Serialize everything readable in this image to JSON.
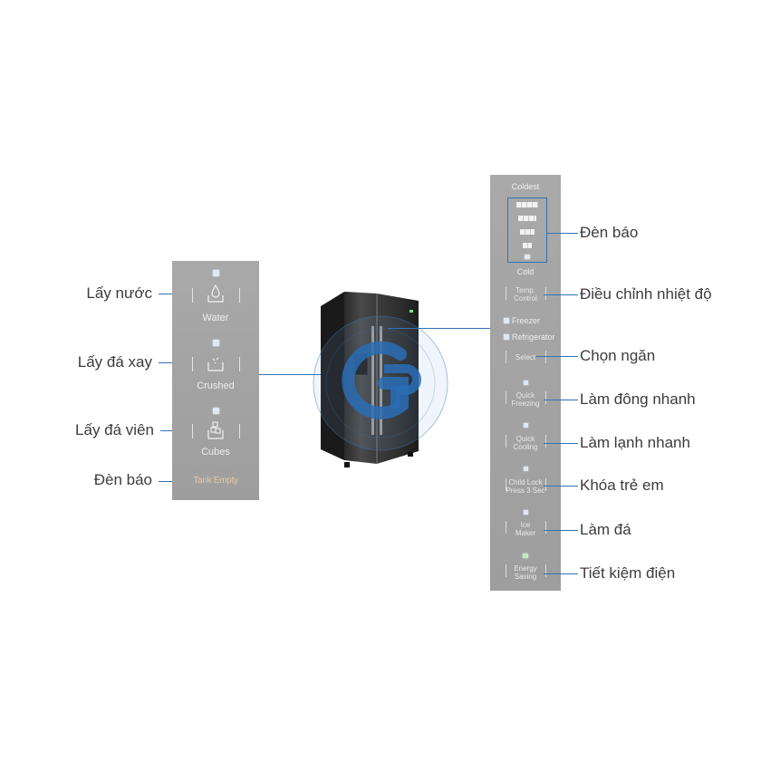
{
  "left_callouts": [
    {
      "id": "water",
      "label": "Lấy nước"
    },
    {
      "id": "crushed",
      "label": "Lấy đá xay"
    },
    {
      "id": "cubes",
      "label": "Lấy đá viên"
    },
    {
      "id": "indicator",
      "label": "Đèn báo"
    }
  ],
  "right_callouts": [
    {
      "id": "indicator",
      "label": "Đèn báo"
    },
    {
      "id": "temp_control",
      "label": "Điều chỉnh nhiệt độ"
    },
    {
      "id": "select",
      "label": "Chọn ngăn"
    },
    {
      "id": "quick_freezing",
      "label": "Làm đông nhanh"
    },
    {
      "id": "quick_cooling",
      "label": "Làm lạnh nhanh"
    },
    {
      "id": "child_lock",
      "label": "Khóa trẻ em"
    },
    {
      "id": "ice_maker",
      "label": "Làm đá"
    },
    {
      "id": "energy_saving",
      "label": "Tiết kiệm điện"
    }
  ],
  "dispenser_panel": {
    "water": "Water",
    "crushed": "Crushed",
    "cubes": "Cubes",
    "tank_empty": "Tank Empty"
  },
  "control_panel": {
    "coldest": "Coldest",
    "cold": "Cold",
    "temp_control": [
      "Temp.",
      "Control"
    ],
    "freezer": "Freezer",
    "refrigerator": "Refrigerator",
    "select": "Select",
    "quick_freezing": [
      "Quick",
      "Freezing"
    ],
    "quick_cooling": [
      "Quick",
      "Cooling"
    ],
    "child_lock": [
      "Child Lock",
      "Press 3 Sec"
    ],
    "ice_maker": [
      "Ice",
      "Maker"
    ],
    "energy_saving": [
      "Energy",
      "Saving"
    ]
  },
  "colors": {
    "leader": "#2f73b7",
    "panel": "#a5a5a5",
    "tank_empty_text": "#e6c7a8",
    "energy_led": "#b9f0bf",
    "logo_blue": "#2a6db5"
  },
  "icons": [
    "water-drop-icon",
    "crushed-ice-icon",
    "ice-cubes-icon",
    "refrigerator-image",
    "watermark-logo"
  ]
}
